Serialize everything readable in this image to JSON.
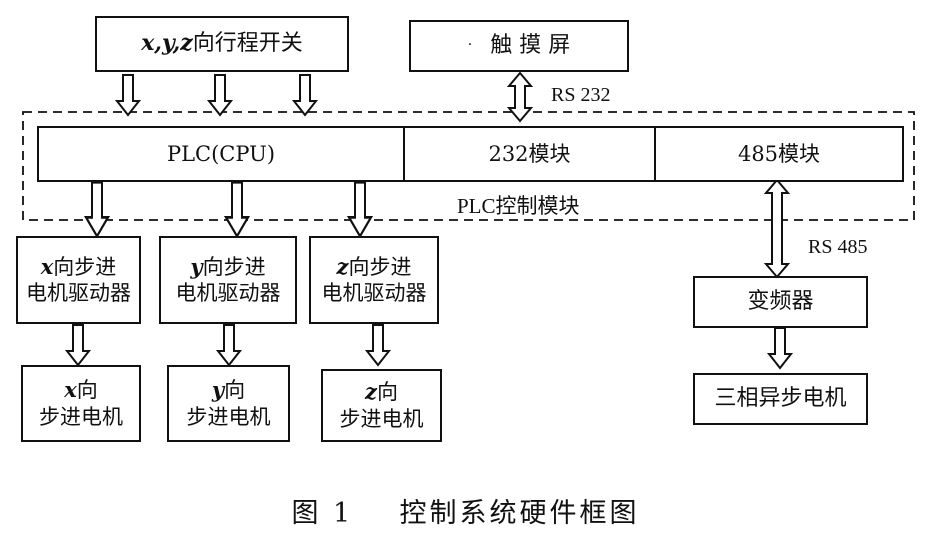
{
  "top": {
    "limit_switch": {
      "var": "x,y,z",
      "label": "向行程开关"
    },
    "touch_screen": {
      "dot": "·",
      "label": "触 摸 屏"
    }
  },
  "links": {
    "rs232": "RS 232",
    "rs485": "RS 485"
  },
  "plc": {
    "cpu": "PLC(CPU)",
    "m232": "232模块",
    "m485": "485模块",
    "group_label": "PLC控制模块"
  },
  "drivers": [
    {
      "axis": "x",
      "line1": "向步进",
      "line2": "电机驱动器"
    },
    {
      "axis": "y",
      "line1": "向步进",
      "line2": "电机驱动器"
    },
    {
      "axis": "z",
      "line1": "向步进",
      "line2": "电机驱动器"
    }
  ],
  "motors": [
    {
      "axis": "x",
      "line1": "向",
      "line2": "步进电机"
    },
    {
      "axis": "y",
      "line1": "向",
      "line2": "步进电机"
    },
    {
      "axis": "z",
      "line1": "向",
      "line2": "步进电机"
    }
  ],
  "inverter": "变频器",
  "async_motor": "三相异步电机",
  "caption": "图 1    控制系统硬件框图"
}
